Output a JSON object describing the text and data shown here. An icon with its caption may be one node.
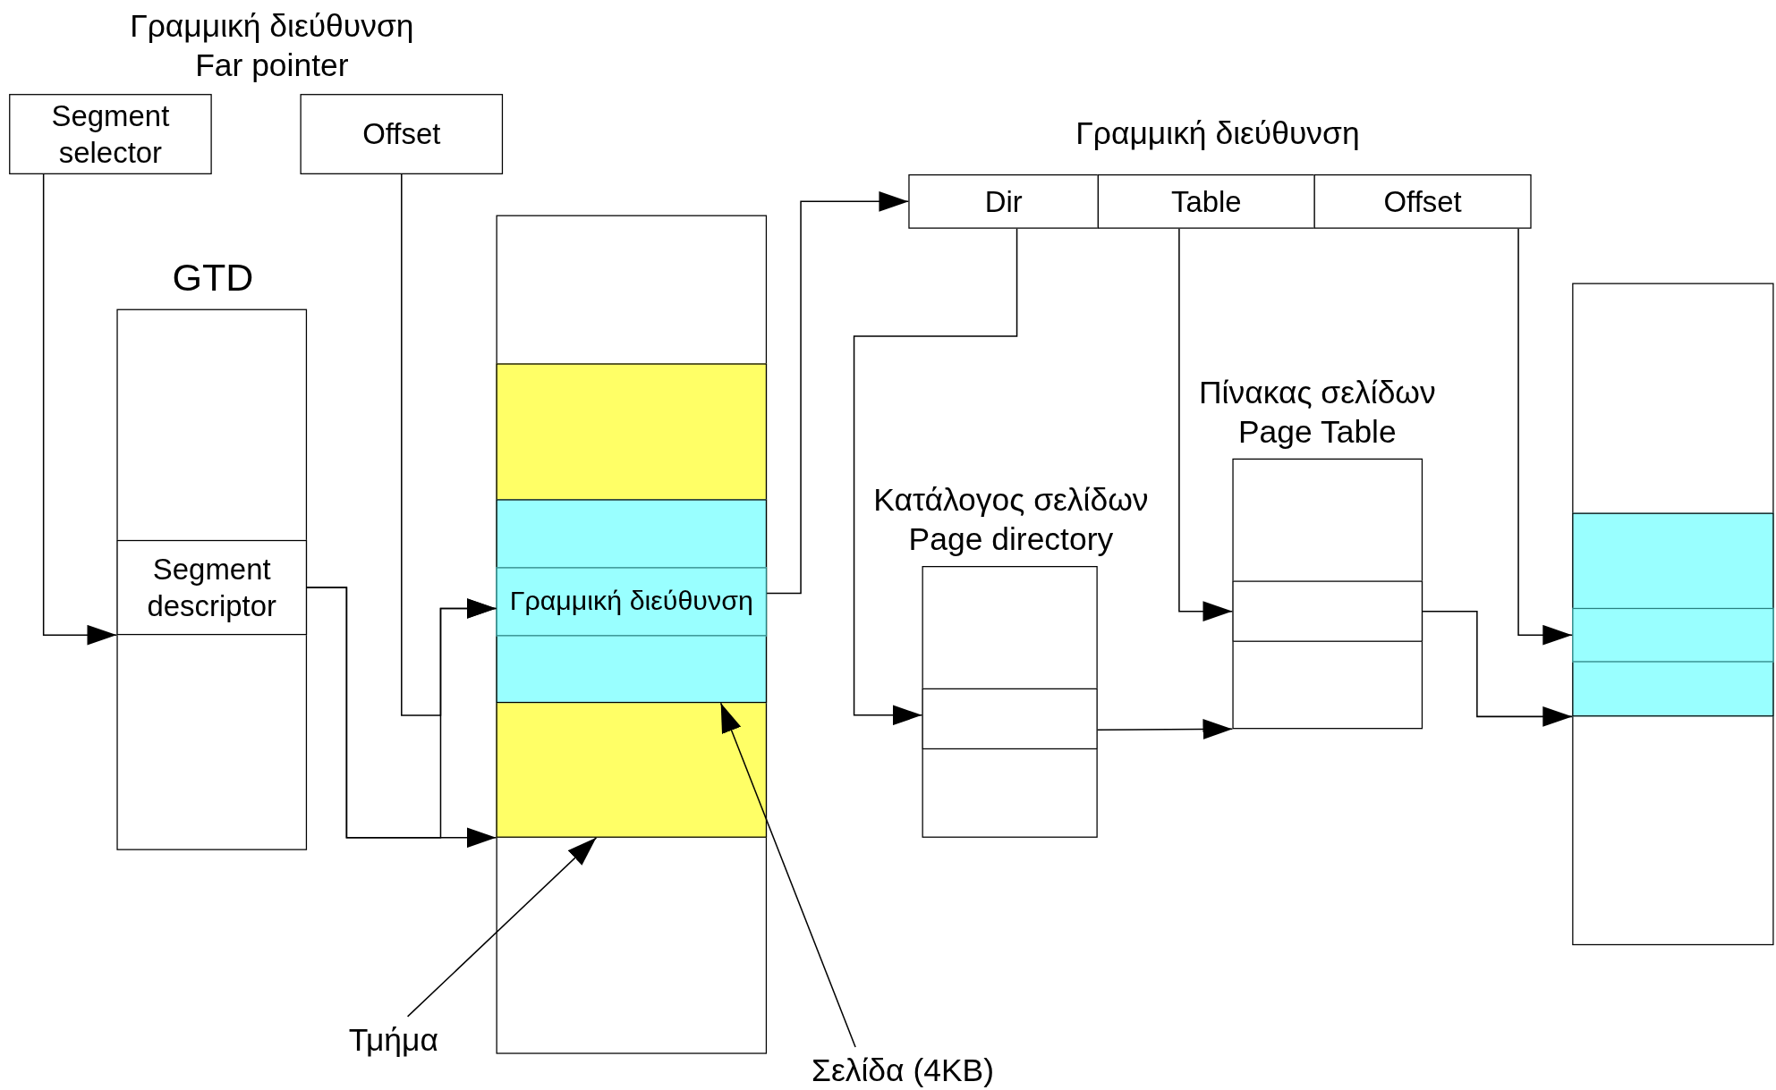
{
  "diagram": {
    "nodes": [
      {
        "text": [
          "Segment selector"
        ]
      },
      {
        "text": [
          "Offset"
        ]
      },
      {
        "text": [
          "GTD"
        ]
      },
      {
        "text": [
          "Segment descriptor"
        ],
        "in": 2
      },
      {
        "text": [],
        "shape": "box"
      },
      {
        "text": [],
        "shape": "box",
        "in": 4
      },
      {
        "text": [],
        "shape": "box",
        "in": 5
      },
      {
        "text": [
          "Γραμμική διεύθυνση"
        ],
        "in": 6
      },
      {
        "text": [
          "Τμήμα"
        ]
      },
      {
        "text": [
          "Σελίδα (4KB)"
        ]
      },
      {
        "text": [
          "Dir"
        ]
      },
      {
        "text": [
          "Table"
        ]
      },
      {
        "text": [
          "Offset"
        ]
      },
      {
        "text": [
          "Κατάλογος σελίδων Page directory"
        ]
      },
      {
        "text": [],
        "shape": "box",
        "in": 13
      },
      {
        "text": [
          "Πίνακας σελίδων Page Table"
        ]
      },
      {
        "text": [],
        "shape": "box",
        "in": 15
      },
      {
        "text": [],
        "shape": "box"
      },
      {
        "text": [],
        "shape": "box",
        "in": 17
      },
      {
        "text": [],
        "shape": "box",
        "in": 18
      }
    ],
    "edges": [
      {
        "from": 0,
        "to": 3,
        "arrow": "to"
      },
      {
        "from": 1,
        "to": 7,
        "arrow": "to"
      },
      {
        "from": 3,
        "to": 5,
        "arrow": "to"
      },
      {
        "from": 3,
        "to": 7,
        "arrow": "to"
      },
      {
        "from": 8,
        "to": 5,
        "arrow": "to"
      },
      {
        "from": 9,
        "to": 6,
        "arrow": "to"
      },
      {
        "from": 7,
        "to": 10,
        "arrow": "to"
      },
      {
        "from": 10,
        "to": 14,
        "arrow": "to"
      },
      {
        "from": 11,
        "to": 16,
        "arrow": "to"
      },
      {
        "from": 14,
        "to": 15,
        "arrow": "to"
      },
      {
        "from": 12,
        "to": 19,
        "arrow": "to"
      },
      {
        "from": 16,
        "to": 18,
        "arrow": "to"
      }
    ],
    "labels": [
      "Γραμμική διεύθυνση Far pointer",
      "Γραμμική διεύθυνση"
    ]
  }
}
